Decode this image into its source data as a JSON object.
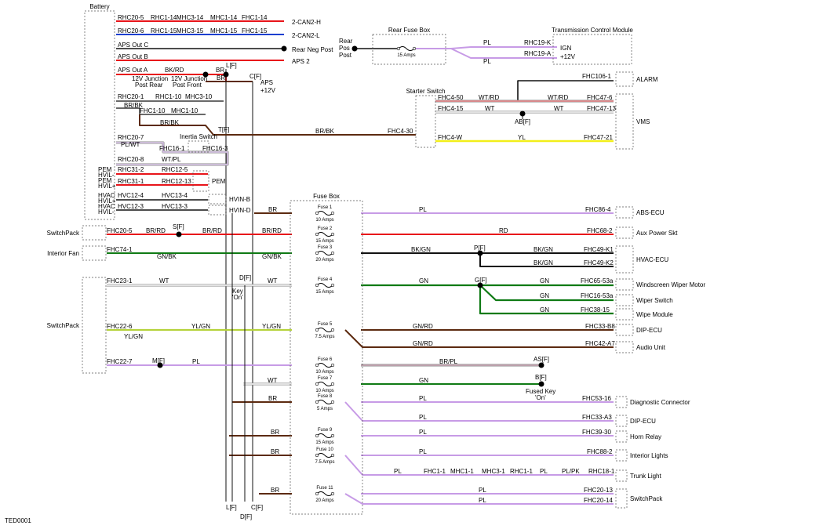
{
  "diagram_id": "TED0001",
  "colors": {
    "red": "#e8141a",
    "blue": "#1c3fd0",
    "black": "#111111",
    "brown": "#5c2a10",
    "bkrd": "#6e1a12",
    "green": "#0f7a14",
    "purple": "#c79be6",
    "yellow": "#f2ef1a",
    "ylgn": "#b5d33c",
    "white_stroke": "#888888",
    "brpl": "#9b4f6e",
    "fuse_box": "#555555"
  },
  "boxes": [
    {
      "label": "Battery"
    },
    {
      "label": "PEM"
    },
    {
      "label": "HVIN-B"
    },
    {
      "label": "HVIN-D"
    },
    {
      "label": "Rear Fuse Box"
    },
    {
      "label": "Transmission Control Module"
    },
    {
      "label": "Starter Switch"
    },
    {
      "label": "Inertia Switch"
    },
    {
      "label": "Fuse Box"
    },
    {
      "label": "SwitchPack"
    },
    {
      "label": "Interior Fan"
    },
    {
      "label": "SwitchPack"
    },
    {
      "label": "VMS"
    },
    {
      "label": "ALARM"
    },
    {
      "label": "ABS-ECU"
    },
    {
      "label": "Aux Power Skt"
    },
    {
      "label": "HVAC-ECU"
    },
    {
      "label": "Windscreen Wiper Motor"
    },
    {
      "label": "Wiper Switch"
    },
    {
      "label": "Wipe Module"
    },
    {
      "label": "DIP-ECU"
    },
    {
      "label": "Audio Unit"
    },
    {
      "label": "Diagnostic Connector"
    },
    {
      "label": "DIP-ECU"
    },
    {
      "label": "Horn Relay"
    },
    {
      "label": "Interior Lights"
    },
    {
      "label": "Trunk Light"
    },
    {
      "label": "SwitchPack"
    }
  ],
  "fuses": [
    {
      "name": "Fuse 1",
      "rating": "10 Amps"
    },
    {
      "name": "Fuse 2",
      "rating": "15 Amps"
    },
    {
      "name": "Fuse 3",
      "rating": "20 Amps"
    },
    {
      "name": "Fuse 4",
      "rating": "15 Amps"
    },
    {
      "name": "Fuse 5",
      "rating": "7.5 Amps"
    },
    {
      "name": "Fuse 6",
      "rating": "10 Amps"
    },
    {
      "name": "Fuse 7",
      "rating": "10 Amps"
    },
    {
      "name": "Fuse 8",
      "rating": "5 Amps"
    },
    {
      "name": "Fuse 9",
      "rating": "15 Amps"
    },
    {
      "name": "Fuse 10",
      "rating": "7.5 Amps"
    },
    {
      "name": "Fuse 11",
      "rating": "20 Amps"
    },
    {
      "name": "",
      "rating": "15 Amps"
    }
  ],
  "labels": [
    "RHC20-5",
    "RHC1-14",
    "MHC3-14",
    "MHC1-14",
    "FHC1-14",
    "2-CAN2-H",
    "RHC20-6",
    "RHC1-15",
    "MHC3-15",
    "MHC1-15",
    "FHC1-15",
    "2-CAN2-L",
    "APS Out C",
    "Rear Neg Post",
    "APS Out B",
    "APS 2",
    "APS Out A",
    "BK/RD",
    "BR",
    "L[F]",
    "BR",
    "C[F]",
    "APS",
    "+12V",
    "12V Junction",
    "Post Rear",
    "12V Junction",
    "Post Front",
    "RHC20-1",
    "RHC1-10",
    "MHC3-10",
    "BR/BK",
    "FHC1-10",
    "MHC1-10",
    "BR/BK",
    "T[F]",
    "BR/BK",
    "FHC4-30",
    "RHC20-7",
    "PL/WT",
    "FHC16-1",
    "FHC16-3",
    "RHC20-8",
    "WT/PL",
    "PEM",
    "HVIL-",
    "PEM",
    "HVIL+",
    "RHC31-2",
    "RHC12-5",
    "RHC31-1",
    "RHC12-13",
    "HVAC",
    "HVIL+",
    "HVAC",
    "HVIL-",
    "HVC12-4",
    "HVC13-4",
    "HVC12-3",
    "HVC13-3",
    "Rear",
    "Pos",
    "Post",
    "PL",
    "RHC19-K",
    "IGN",
    "PL",
    "RHC19-A",
    "+12V",
    "FHC106-1",
    "FHC4-50",
    "WT/RD",
    "WT/RD",
    "FHC47-6",
    "FHC4-15",
    "WT",
    "WT",
    "FHC47-13",
    "AB[F]",
    "FHC4-W",
    "YL",
    "FHC47-21",
    "BR",
    "PL",
    "FHC86-4",
    "FHC20-5",
    "BR/RD",
    "S[F]",
    "BR/RD",
    "BR/RD",
    "RD",
    "FHC68-2",
    "FHC74-1",
    "GN/BK",
    "GN/BK",
    "BK/GN",
    "P[F]",
    "BK/GN",
    "FHC49-K1",
    "BK/GN",
    "FHC49-K2",
    "FHC23-1",
    "WT",
    "D[F]",
    "WT",
    "Key",
    "'On'",
    "GN",
    "G[F]",
    "GN",
    "FHC65-53a",
    "GN",
    "FHC16-53a",
    "GN",
    "FHC38-15",
    "FHC22-6",
    "YL/GN",
    "YL/GN",
    "YL/GN",
    "GN/RD",
    "FHC33-B8",
    "GN/RD",
    "FHC42-A7",
    "FHC22-7",
    "M[F]",
    "PL",
    "BR/PL",
    "AS[F]",
    "WT",
    "GN",
    "B[F]",
    "Fused Key",
    "'On'",
    "BR",
    "PL",
    "FHC53-16",
    "PL",
    "FHC33-A3",
    "BR",
    "PL",
    "FHC39-30",
    "BR",
    "PL",
    "FHC88-2",
    "PL",
    "FHC1-1",
    "MHC1-1",
    "MHC3-1",
    "RHC1-1",
    "PL",
    "PL/PK",
    "RHC18-1",
    "BR",
    "PL",
    "FHC20-13",
    "PL",
    "FHC20-14",
    "L[F]",
    "D[F]",
    "C[F]"
  ]
}
